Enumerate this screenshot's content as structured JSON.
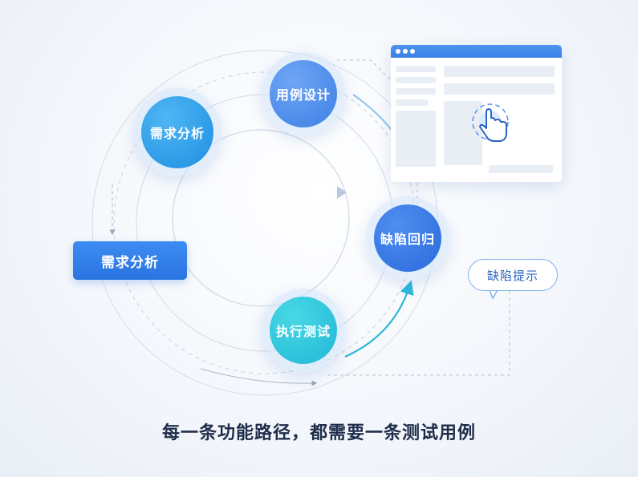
{
  "nodes": {
    "requirement_analysis": "需求分析",
    "case_design": "用例设计",
    "defect_regression": "缺陷回归",
    "execute_test": "执行测试"
  },
  "side_box": "需求分析",
  "defect_hint": "缺陷提示",
  "caption": "每一条功能路径，都需要一条测试用例",
  "icons": [
    "browser-window-icon",
    "pointer-hand-icon"
  ],
  "colors": {
    "blue": "#2a74e0",
    "light_blue": "#4fb6f5",
    "cyan": "#20b8d6",
    "dark_text": "#1f2d4a"
  }
}
